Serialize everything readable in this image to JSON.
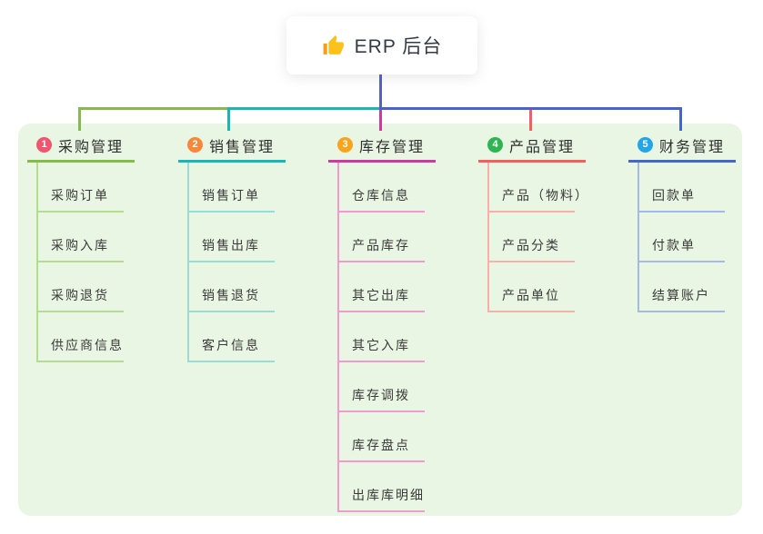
{
  "root": {
    "title": "ERP 后台",
    "icon": "thumbs-up-icon"
  },
  "branches": [
    {
      "index": "1",
      "label": "采购管理",
      "badge_color": "#f0566e",
      "line_color": "#85bb4a",
      "child_line_color": "#b6dc94",
      "children": [
        "采购订单",
        "采购入库",
        "采购退货",
        "供应商信息"
      ]
    },
    {
      "index": "2",
      "label": "销售管理",
      "badge_color": "#f7883b",
      "line_color": "#19b6b4",
      "child_line_color": "#97dcd7",
      "children": [
        "销售订单",
        "销售出库",
        "销售退货",
        "客户信息"
      ]
    },
    {
      "index": "3",
      "label": "库存管理",
      "badge_color": "#f8a41c",
      "line_color": "#cf389f",
      "child_line_color": "#f09ad2",
      "children": [
        "仓库信息",
        "产品库存",
        "其它出库",
        "其它入库",
        "库存调拨",
        "库存盘点",
        "出库库明细"
      ]
    },
    {
      "index": "4",
      "label": "产品管理",
      "badge_color": "#2fb453",
      "line_color": "#f45f5d",
      "child_line_color": "#f8b0ab",
      "children": [
        "产品（物料）",
        "产品分类",
        "产品单位"
      ]
    },
    {
      "index": "5",
      "label": "财务管理",
      "badge_color": "#24a5e7",
      "line_color": "#4566c8",
      "child_line_color": "#a3b9e6",
      "children": [
        "回款单",
        "付款单",
        "结算账户"
      ]
    }
  ],
  "colors": {
    "panel_bg": "#e9f6e3",
    "root_stub": "#5561c8",
    "canvas_bg": "#ffffff",
    "thumb_hand": "#fcc21b",
    "thumb_cuff": "#f59f18"
  }
}
